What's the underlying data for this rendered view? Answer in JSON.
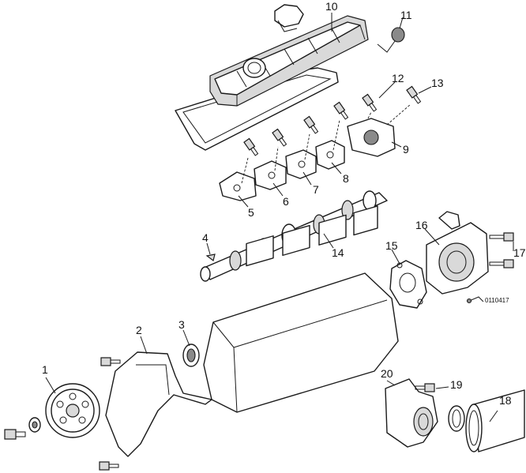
{
  "callouts": [
    "1",
    "2",
    "3",
    "4",
    "5",
    "6",
    "7",
    "8",
    "9",
    "10",
    "11",
    "12",
    "13",
    "14",
    "15",
    "16",
    "17",
    "18",
    "19",
    "20"
  ],
  "reference_code": "0110417",
  "colors": {
    "line": "#1a1a1a",
    "shade": "#d9d9d9",
    "dark": "#8a8a8a"
  }
}
